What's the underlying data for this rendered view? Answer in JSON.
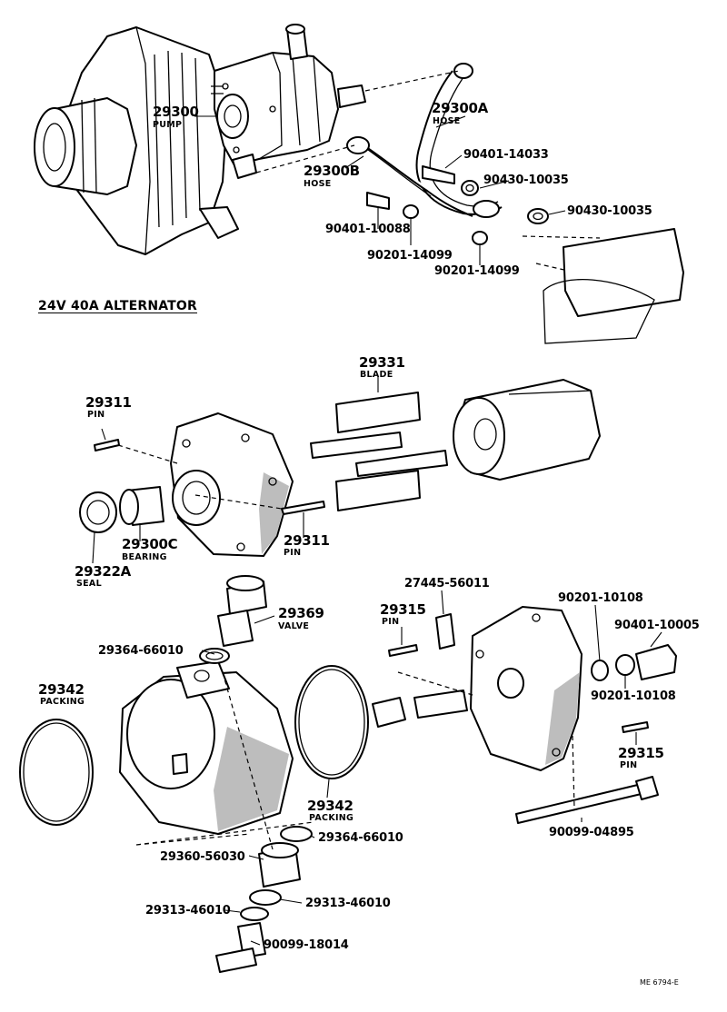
{
  "title": "24V 40A ALTERNATOR",
  "footer_code": "ME 6794-E",
  "callouts": [
    {
      "number": "29300",
      "name": "PUMP"
    },
    {
      "number": "29300A",
      "name": "HOSE"
    },
    {
      "number": "29300B",
      "name": "HOSE"
    },
    {
      "number": "90401-14033"
    },
    {
      "number": "90430-10035"
    },
    {
      "number": "90430-10035"
    },
    {
      "number": "90401-10088"
    },
    {
      "number": "90201-14099"
    },
    {
      "number": "90201-14099"
    },
    {
      "number": "29331",
      "name": "BLADE"
    },
    {
      "number": "29311",
      "name": "PIN"
    },
    {
      "number": "29311",
      "name": "PIN"
    },
    {
      "number": "29300C",
      "name": "BEARING"
    },
    {
      "number": "29322A",
      "name": "SEAL"
    },
    {
      "number": "27445-56011"
    },
    {
      "number": "29315",
      "name": "PIN"
    },
    {
      "number": "90201-10108"
    },
    {
      "number": "90401-10005"
    },
    {
      "number": "90201-10108"
    },
    {
      "number": "29315",
      "name": "PIN"
    },
    {
      "number": "29369",
      "name": "VALVE"
    },
    {
      "number": "29364-66010"
    },
    {
      "number": "29342",
      "name": "PACKING"
    },
    {
      "number": "29342",
      "name": "PACKING"
    },
    {
      "number": "29364-66010"
    },
    {
      "number": "29360-56030"
    },
    {
      "number": "29313-46010"
    },
    {
      "number": "29313-46010"
    },
    {
      "number": "90099-18014"
    },
    {
      "number": "90099-04895"
    }
  ]
}
